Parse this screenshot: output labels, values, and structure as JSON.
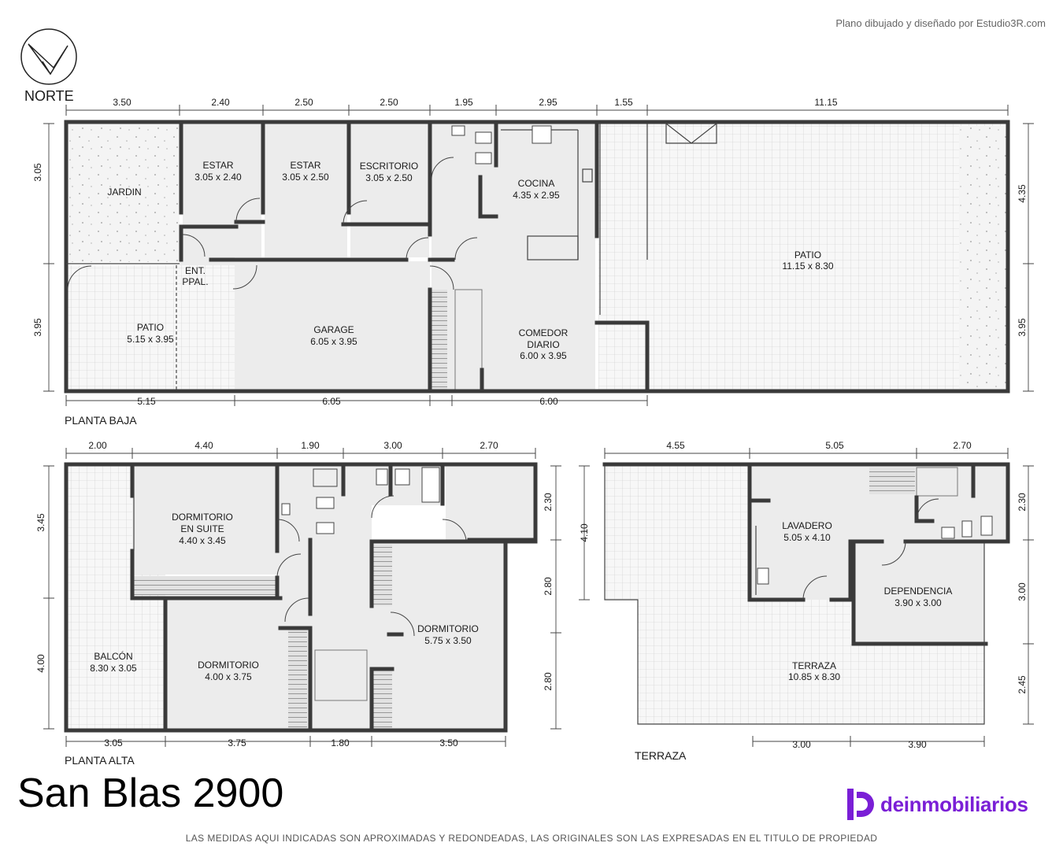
{
  "header": {
    "credit": "Plano dibujado y diseñado por Estudio3R.com",
    "north_label": "NORTE"
  },
  "title": "San Blas 2900",
  "disclaimer": "LAS MEDIDAS AQUI INDICADAS SON APROXIMADAS Y REDONDEADAS, LAS ORIGINALES SON LAS EXPRESADAS EN EL TITULO DE PROPIEDAD",
  "brand": {
    "name": "deinmobiliarios",
    "color": "#7a1fd6"
  },
  "planta_baja": {
    "label": "PLANTA BAJA",
    "top_dims": [
      "3.50",
      "2.40",
      "2.50",
      "2.50",
      "1.95",
      "2.95",
      "1.55",
      "11.15"
    ],
    "bottom_dims": [
      "5.15",
      "6.05",
      "6.00"
    ],
    "left_dims": [
      "3.05",
      "3.95"
    ],
    "right_dims": [
      "4.35",
      "3.95"
    ],
    "rooms": [
      {
        "name": "JARDIN",
        "size": ""
      },
      {
        "name": "ESTAR",
        "size": "3.05 x 2.40"
      },
      {
        "name": "ESTAR",
        "size": "3.05 x 2.50"
      },
      {
        "name": "ESCRITORIO",
        "size": "3.05 x 2.50"
      },
      {
        "name": "COCINA",
        "size": "4.35 x 2.95"
      },
      {
        "name": "PATIO",
        "size": "11.15 x 8.30"
      },
      {
        "name": "ENT.",
        "size": "PPAL."
      },
      {
        "name": "PATIO",
        "size": "5.15 x 3.95"
      },
      {
        "name": "GARAGE",
        "size": "6.05 x 3.95"
      },
      {
        "name": "COMEDOR",
        "name2": "DIARIO",
        "size": "6.00 x 3.95"
      }
    ]
  },
  "planta_alta": {
    "label": "PLANTA ALTA",
    "top_dims": [
      "2.00",
      "4.40",
      "1.90",
      "3.00",
      "2.70"
    ],
    "bottom_dims": [
      "3.05",
      "3.75",
      "1.80",
      "3.50"
    ],
    "left_dims": [
      "3.45",
      "4.00"
    ],
    "right_dims": [
      "2.30",
      "2.80",
      "2.80"
    ],
    "rooms": [
      {
        "name": "DORMITORIO",
        "name2": "EN SUITE",
        "size": "4.40 x 3.45"
      },
      {
        "name": "BALCÓN",
        "size": "8.30 x 3.05"
      },
      {
        "name": "DORMITORIO",
        "size": "4.00 x 3.75"
      },
      {
        "name": "DORMITORIO",
        "size": "5.75 x 3.50"
      }
    ]
  },
  "terraza": {
    "label": "TERRAZA",
    "top_dims": [
      "4.55",
      "5.05",
      "2.70"
    ],
    "bottom_dims": [
      "3.00",
      "3.90"
    ],
    "left_dims": [
      "4.10"
    ],
    "right_dims": [
      "2.30",
      "3.00",
      "2.45"
    ],
    "rooms": [
      {
        "name": "LAVADERO",
        "size": "5.05 x 4.10"
      },
      {
        "name": "DEPENDENCIA",
        "size": "3.90 x 3.00"
      },
      {
        "name": "TERRAZA",
        "size": "10.85 x 8.30"
      }
    ]
  }
}
